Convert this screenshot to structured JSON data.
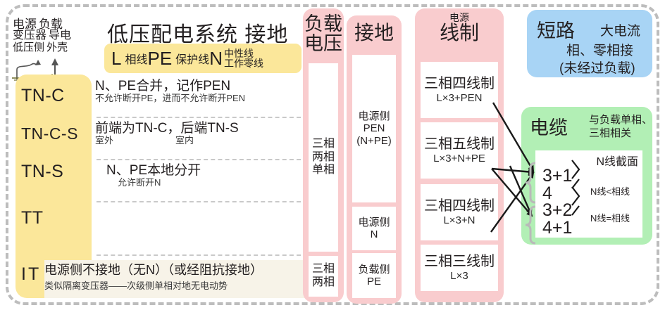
{
  "diagram": {
    "title": "低压配电系统 接地",
    "legend": {
      "l_code": "L",
      "l_name": "相线",
      "pe_code": "PE",
      "pe_name": "保护线",
      "n_code": "N",
      "n_name_1": "中性线",
      "n_name_2": "工作零线"
    },
    "source_caption": {
      "line1": "电源",
      "line2": "变压器",
      "line3": "低压侧"
    },
    "load_caption": {
      "line1": "负载",
      "line2": "导电",
      "line3": "外壳"
    }
  },
  "systems": [
    {
      "label": "TN-C",
      "main": "N、PE合并，记作PEN",
      "sub": "不允许断开PE，进而不允许断开PEN"
    },
    {
      "label": "TN-C-S",
      "main": "前端为TN-C，后端TN-S",
      "sub_a": "室外",
      "sub_b": "室内"
    },
    {
      "label": "TN-S",
      "main": "N、PE本地分开",
      "sub": "允许断开N"
    },
    {
      "label": "TT",
      "main": "",
      "sub": ""
    },
    {
      "label": "IT",
      "main": "电源侧不接地（无N）（或经阻抗接地）",
      "sub": "类似隔离变压器——次级侧单相对地无电动势"
    }
  ],
  "columns": {
    "load_voltage": {
      "head_line1": "负载",
      "head_line2": "电压",
      "cells": [
        {
          "lines": [
            "三相",
            "两相",
            "单相"
          ]
        },
        {
          "lines": [
            "三相",
            "两相"
          ]
        }
      ]
    },
    "grounding": {
      "head": "接地",
      "cells": [
        {
          "lines": [
            "电源侧",
            "PEN",
            "(N+PE)"
          ]
        },
        {
          "lines": [
            "电源侧",
            "N"
          ]
        },
        {
          "lines": [
            "负载侧",
            "PE"
          ]
        }
      ]
    },
    "wiring": {
      "head_kicker": "电源",
      "head": "线制",
      "cells": [
        {
          "main": "三相四线制",
          "sub": "L×3+PEN"
        },
        {
          "main": "三相五线制",
          "sub": "L×3+N+PE"
        },
        {
          "main": "三相四线制",
          "sub": "L×3+N"
        },
        {
          "main": "三相三线制",
          "sub": "L×3"
        }
      ]
    }
  },
  "short_circuit": {
    "title": "短路",
    "tag": "大电流",
    "line2": "相、零相接",
    "line3": "(未经过负载)"
  },
  "cable": {
    "title": "电缆",
    "sub_line1": "与负载单相、",
    "sub_line2": "三相相关",
    "section_header": "N线截面",
    "cores": [
      "3+1",
      "4",
      "3+2",
      "4+1"
    ],
    "note_group1": "N线<相线",
    "note_group2": "N线=相线"
  },
  "colors": {
    "yellow": "#fbe79a",
    "pink": "#f9ccce",
    "green": "#b2efb5",
    "blue": "#a8d4f5",
    "frame": "#bdbdbd"
  }
}
